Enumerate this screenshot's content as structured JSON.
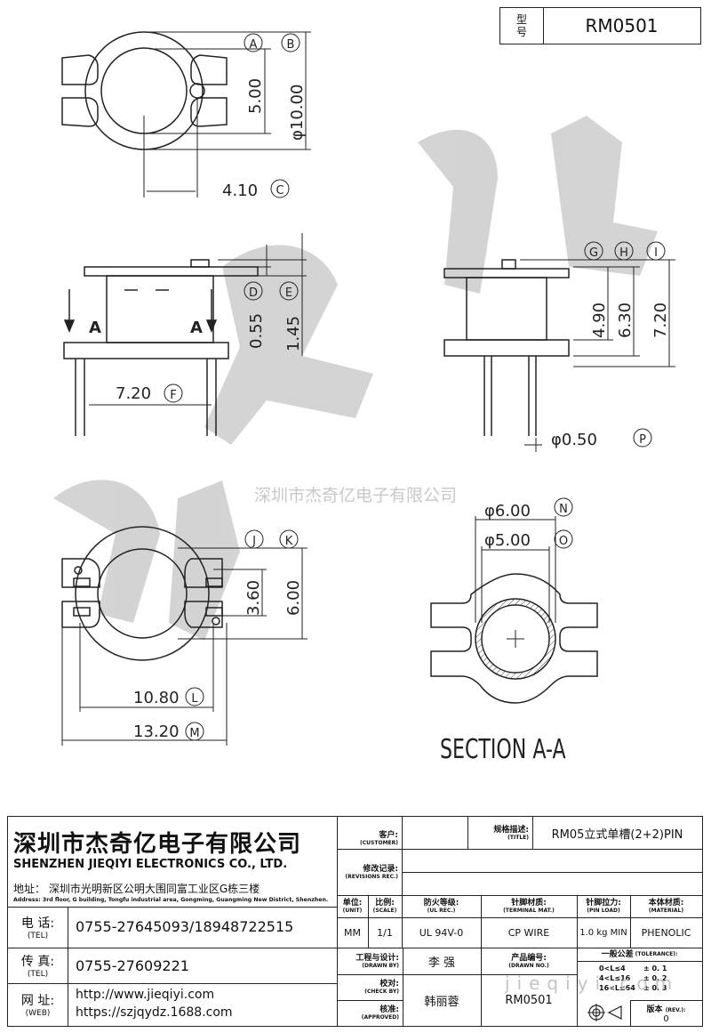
{
  "model_box": {
    "label_line1": "型",
    "label_line2": "号",
    "value": "RM0501"
  },
  "drawing": {
    "dim_a": "A",
    "dim_b": "B",
    "dim_c": "C",
    "dim_d": "D",
    "dim_e": "E",
    "dim_f": "F",
    "dim_g": "G",
    "dim_h": "H",
    "dim_i": "I",
    "dim_j": "J",
    "dim_k": "K",
    "dim_l": "L",
    "dim_m": "M",
    "dim_n": "N",
    "dim_o": "O",
    "dim_p": "P",
    "v_5_00": "5.00",
    "v_10_00": "φ10.00",
    "v_4_10": "4.10",
    "v_0_55": "0.55",
    "v_1_45": "1.45",
    "v_7_20f": "7.20",
    "v_4_90": "4.90",
    "v_6_30": "6.30",
    "v_7_20": "7.20",
    "v_0_50": "φ0.50",
    "v_3_60": "3.60",
    "v_6_00": "6.00",
    "v_10_80": "10.80",
    "v_13_20": "13.20",
    "v_d6_00": "φ6.00",
    "v_d5_00": "φ5.00",
    "section_a": "A",
    "section_title": "SECTION A-A",
    "watermark_company": "深圳市杰奇亿电子有限公司",
    "watermark_url": "jieqiyi.com"
  },
  "company": {
    "name_cn": "深圳市杰奇亿电子有限公司",
    "name_en": "SHENZHEN JIEQIYI ELECTRONICS CO., LTD.",
    "address_cn": "地址： 深圳市光明新区公明大围同富工业区G栋三楼",
    "address_en": "Address: 3rd floor, G building, Tongfu industrial area, Gongming, Guangming New District, Shenzhen.",
    "tel_label": "电 话:",
    "tel_label_en": "(TEL)",
    "tel": "0755-27645093/18948722515",
    "fax_label": "传 真:",
    "fax_label_en": "(TEL)",
    "fax": "0755-27609221",
    "web_label": "网 址:",
    "web_label_en": "(WEB)",
    "web1": "http://www.jieqiyi.com",
    "web2": "https://szjqydz.1688.com"
  },
  "title_block": {
    "customer_label": "客户:",
    "customer_label_en": "(CUSTOMER)",
    "customer": "",
    "title_label": "规格描述:",
    "title_label_en": "(TITLE)",
    "title": "RM05立式单槽(2+2)PIN",
    "rev_label": "修改记录:",
    "rev_label_en": "(REVISIONS REC.)",
    "unit_label": "单位:",
    "unit_label_en": "(UNIT)",
    "unit": "MM",
    "scale_label": "比例:",
    "scale_label_en": "(SCALE)",
    "scale": "1/1",
    "ul_label": "防火等级:",
    "ul_label_en": "(UL REC.)",
    "ul": "UL 94V-0",
    "pin_mat_label": "针脚材质:",
    "pin_mat_label_en": "(TERMINAL MAT.)",
    "pin_mat": "CP WIRE",
    "pin_load_label": "针脚拉力:",
    "pin_load_label_en": "(PIN LOAD)",
    "pin_load": "1.0 kg MIN",
    "material_label": "本体材质:",
    "material_label_en": "(MATERIAL)",
    "material": "PHENOLIC",
    "drawn_label": "工程与设计:",
    "drawn_label_en": "(DRAWN BY)",
    "drawn": "李 强",
    "partno_label": "产品编号:",
    "partno_label_en": "(DRAWN NO.)",
    "partno": "RM0501",
    "check_label": "校对:",
    "check_label_en": "(CHECK BY)",
    "approve_label": "核准:",
    "approve_label_en": "(APPROVED)",
    "approve": "韩丽蓉",
    "tol_label": "一般公差",
    "tol_label_en": "(TOLERANCE):",
    "tol1_range": "0<L≤4",
    "tol1": "± 0. 1",
    "tol2_range": "4<L≤16",
    "tol2": "± 0. 2",
    "tol3_range": "16<L≤64",
    "tol3": "± 0. 3",
    "version_label": "版本",
    "version_label_en": "(REV.):",
    "version": "0"
  },
  "colors": {
    "line": "#222222",
    "watermark": "#cfcfcf",
    "hatch": "#444444"
  }
}
